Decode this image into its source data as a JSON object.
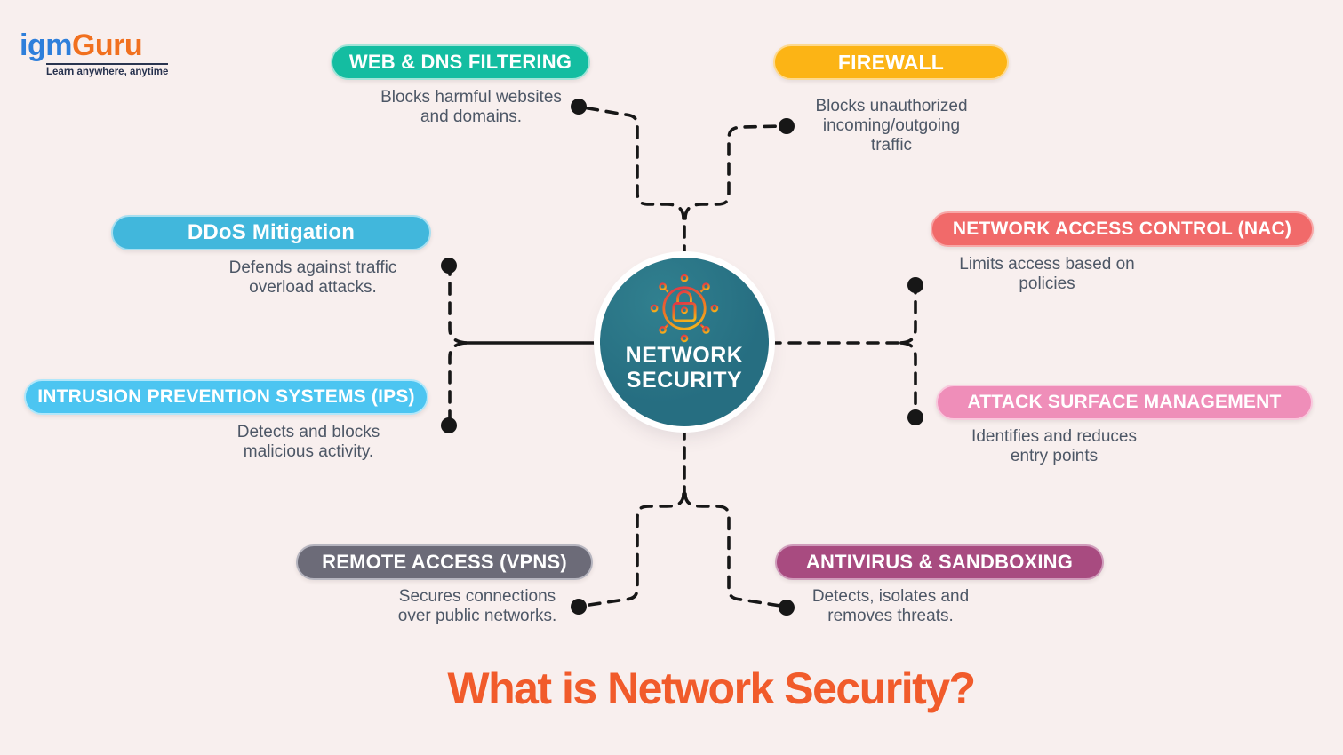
{
  "background_color": "#f8efee",
  "logo": {
    "part1": "igm",
    "part2": "Guru",
    "part1_color": "#2e7fdb",
    "part2_color": "#f1701f",
    "tagline": "Learn anywhere, anytime"
  },
  "center": {
    "label_line1": "NETWORK",
    "label_line2": "SECURITY",
    "icon": "network-lock-icon",
    "circle_color": "#266e81"
  },
  "main_title": {
    "text": "What is Network Security?",
    "color": "#f15b2b"
  },
  "branches": [
    {
      "id": "web-dns-filtering",
      "label": "WEB & DNS FILTERING",
      "description": "Blocks harmful websites\nand domains.",
      "color": "#14bda1",
      "border_color": "#a2e4d8",
      "position": "top-left"
    },
    {
      "id": "firewall",
      "label": "FIREWALL",
      "description": "Blocks unauthorized\nincoming/outgoing\ntraffic",
      "color": "#fcb415",
      "border_color": "#fdd98f",
      "position": "top-right"
    },
    {
      "id": "ddos-mitigation",
      "label": "DDoS Mitigation",
      "description": "Defends against traffic\noverload attacks.",
      "color": "#41b7dc",
      "border_color": "#a8dff0",
      "position": "upper-left"
    },
    {
      "id": "network-access-control",
      "label": "NETWORK ACCESS CONTROL (NAC)",
      "description": "Limits access based on\npolicies",
      "color": "#f16a6a",
      "border_color": "#f8a7a7",
      "position": "upper-right"
    },
    {
      "id": "intrusion-prevention-systems",
      "label": "INTRUSION PREVENTION SYSTEMS (IPS)",
      "description": "Detects and blocks\nmalicious activity.",
      "color": "#4cc5f1",
      "border_color": "#b2e7fa",
      "position": "lower-left"
    },
    {
      "id": "attack-surface-management",
      "label": "ATTACK SURFACE MANAGEMENT",
      "description": "Identifies and reduces\nentry points",
      "color": "#ef8eb9",
      "border_color": "#f9c8dd",
      "position": "lower-right"
    },
    {
      "id": "remote-access-vpns",
      "label": "REMOTE ACCESS (VPNS)",
      "description": "Secures connections\nover public networks.",
      "color": "#6c6b78",
      "border_color": "#b6b5bf",
      "position": "bottom-left"
    },
    {
      "id": "antivirus-sandboxing",
      "label": "ANTIVIRUS & SANDBOXING",
      "description": "Detects, isolates and\nremoves threats.",
      "color": "#a84b80",
      "border_color": "#d09cbb",
      "position": "bottom-right"
    }
  ]
}
